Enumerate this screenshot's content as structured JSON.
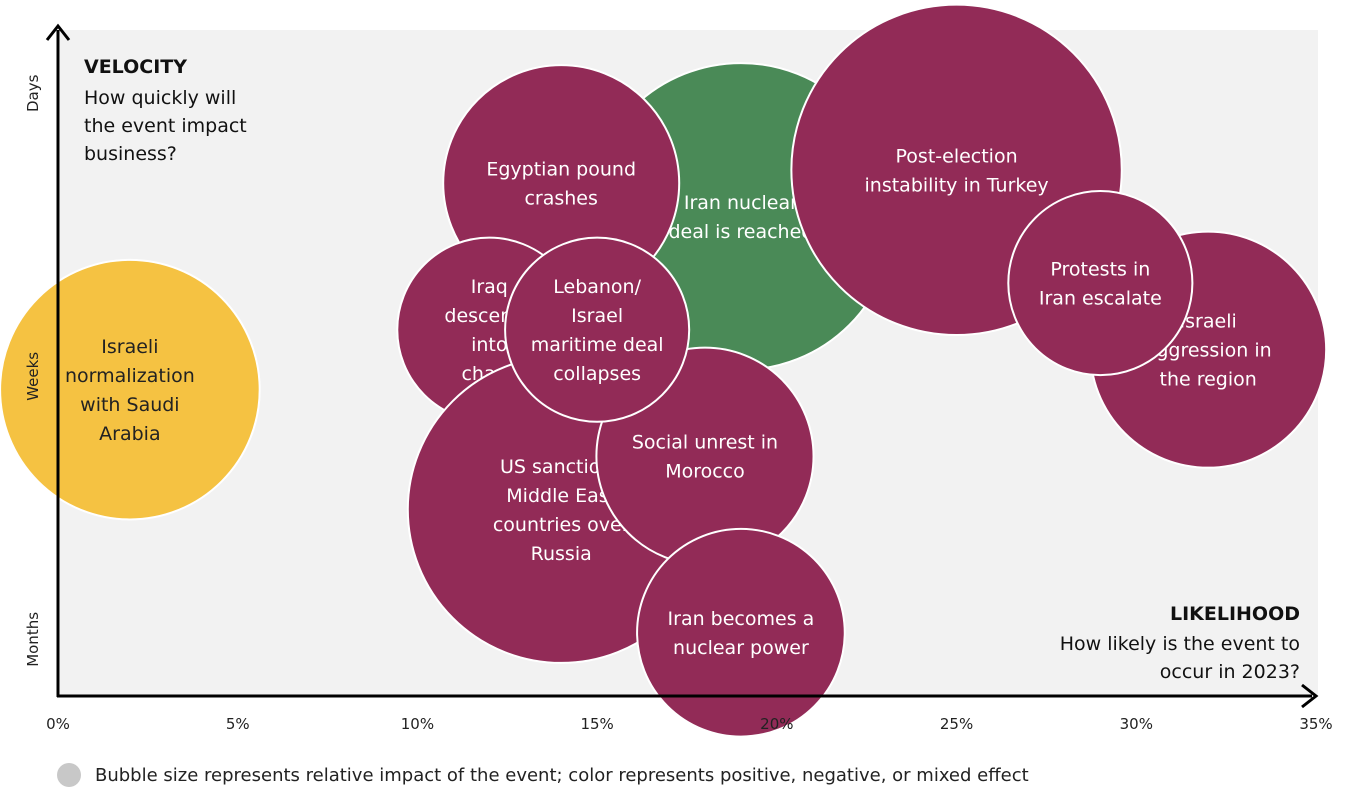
{
  "chart_data": {
    "type": "bubble",
    "x_axis": {
      "title": "LIKELIHOOD",
      "description": [
        "How likely is the event to",
        "occur in 2023?"
      ],
      "ticks": [
        "0%",
        "5%",
        "10%",
        "15%",
        "20%",
        "25%",
        "30%",
        "35%"
      ],
      "range": [
        0,
        35
      ]
    },
    "y_axis": {
      "title": "VELOCITY",
      "description": [
        "How quickly will",
        "the event impact",
        "business?"
      ],
      "levels": [
        "Days",
        "Weeks",
        "Months"
      ],
      "range": [
        0,
        10
      ]
    },
    "legend_note": "Bubble size represents relative impact of the event; color represents positive, negative, or mixed effect",
    "colors": {
      "negative": "#922B57",
      "positive": "#4A8A57",
      "mixed": "#F5C242",
      "legend_dot": "#C8C8C8",
      "plot_bg": "#F2F2F2"
    },
    "bubbles": [
      {
        "label": [
          "Israeli",
          "normalization",
          "with Saudi",
          "Arabia"
        ],
        "x": 2.0,
        "y": 4.6,
        "size": 110,
        "effect": "mixed"
      },
      {
        "label": [
          "Iran nuclear",
          "deal is reached"
        ],
        "x": 19.0,
        "y": 7.2,
        "size": 130,
        "effect": "positive"
      },
      {
        "label": [
          "Egyptian pound",
          "crashes"
        ],
        "x": 14.0,
        "y": 7.7,
        "size": 100,
        "effect": "negative"
      },
      {
        "label": [
          "Post-election",
          "instability in Turkey"
        ],
        "x": 25.0,
        "y": 7.9,
        "size": 140,
        "effect": "negative"
      },
      {
        "label": [
          "Israeli",
          "aggression in",
          "the region"
        ],
        "x": 32.0,
        "y": 5.2,
        "size": 100,
        "effect": "negative"
      },
      {
        "label": [
          "Protests in",
          "Iran escalate"
        ],
        "x": 29.0,
        "y": 6.2,
        "size": 78,
        "effect": "negative"
      },
      {
        "label": [
          "Iraq",
          "descends",
          "into",
          "chaos"
        ],
        "x": 12.0,
        "y": 5.5,
        "size": 78,
        "effect": "negative"
      },
      {
        "label": [
          "US sanctions",
          "Middle East",
          "countries over",
          "Russia"
        ],
        "x": 14.0,
        "y": 2.8,
        "size": 130,
        "effect": "negative"
      },
      {
        "label": [
          "Social unrest in",
          "Morocco"
        ],
        "x": 18.0,
        "y": 3.6,
        "size": 92,
        "effect": "negative"
      },
      {
        "label": [
          "Iran becomes a",
          "nuclear power"
        ],
        "x": 19.0,
        "y": 0.95,
        "size": 88,
        "effect": "negative"
      },
      {
        "label": [
          "Lebanon/",
          "Israel",
          "maritime deal",
          "collapses"
        ],
        "x": 15.0,
        "y": 5.5,
        "size": 78,
        "effect": "negative"
      }
    ]
  }
}
